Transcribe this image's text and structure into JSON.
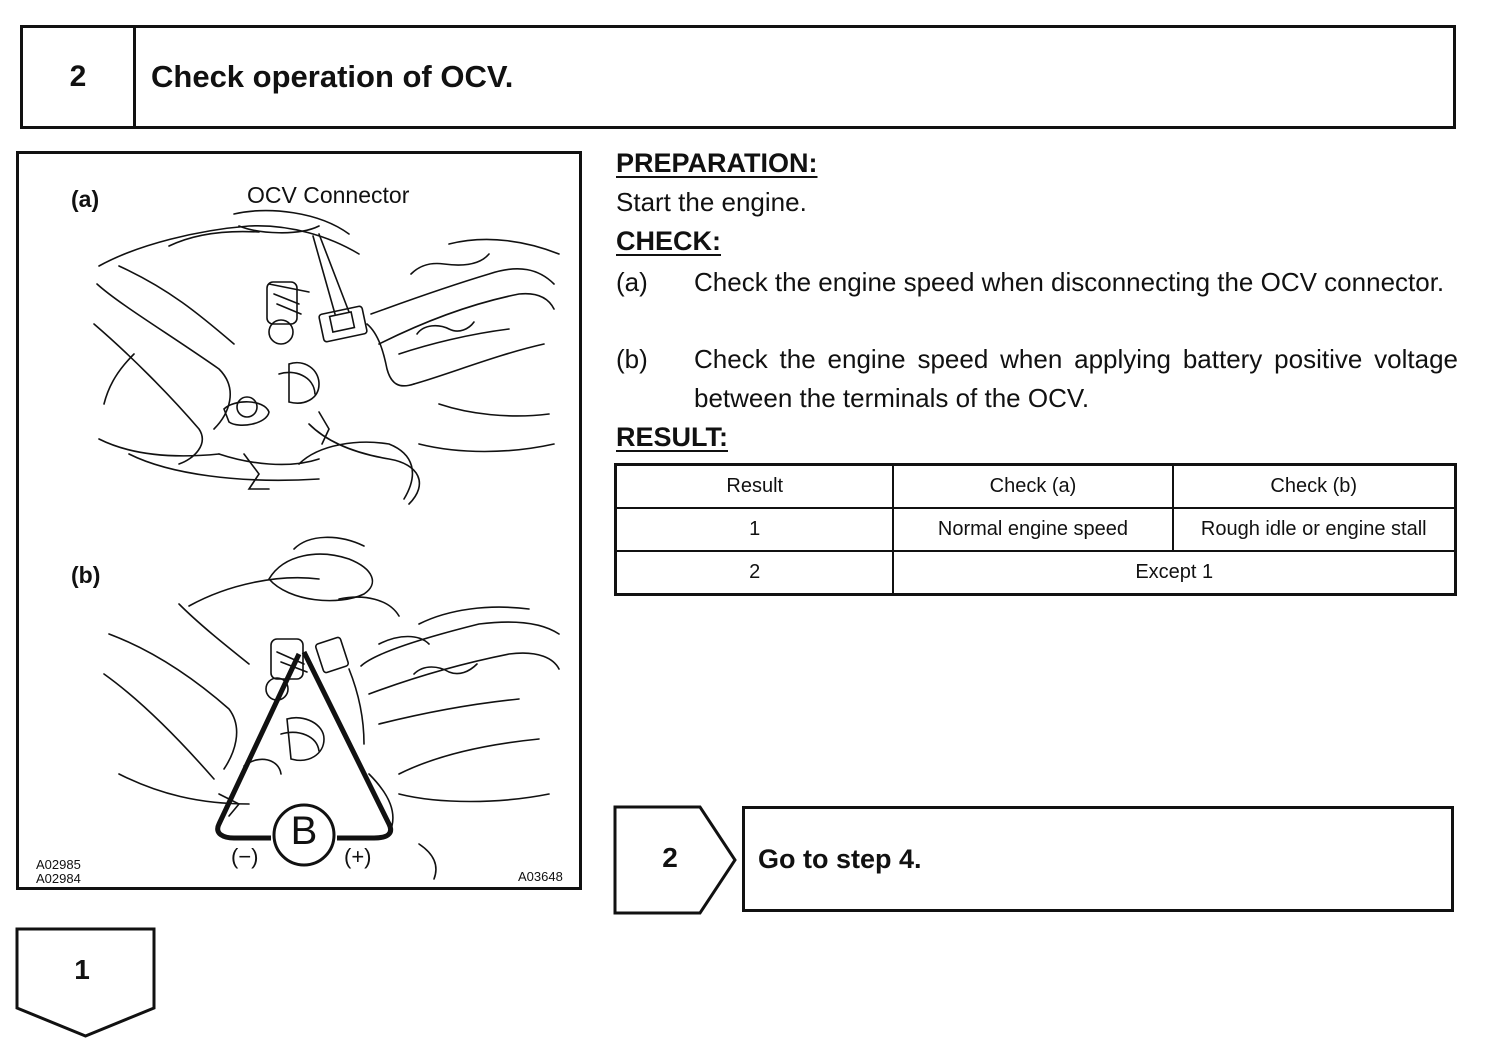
{
  "step": {
    "number": "2",
    "title": "Check operation of OCV."
  },
  "illustration": {
    "panel_a": {
      "label": "(a)",
      "callout": "OCV Connector"
    },
    "panel_b": {
      "label": "(b)",
      "callout": "B",
      "neg": "(−)",
      "pos": "(+)"
    },
    "codes": {
      "left": [
        "A02985",
        "A02984"
      ],
      "right": "A03648"
    }
  },
  "preparation": {
    "heading": "PREPARATION:",
    "text": "Start the engine."
  },
  "check": {
    "heading": "CHECK:",
    "items": [
      {
        "key": "(a)",
        "text": "Check the engine speed when disconnecting the OCV connector."
      },
      {
        "key": "(b)",
        "text": "Check the engine speed when applying battery positive voltage between the terminals of the OCV."
      }
    ]
  },
  "result": {
    "heading": "RESULT:",
    "columns": [
      "Result",
      "Check (a)",
      "Check (b)"
    ],
    "rows": [
      [
        "1",
        "Normal engine speed",
        "Rough idle or engine stall"
      ],
      [
        "2",
        "Except 1"
      ]
    ]
  },
  "outcome_2": {
    "result_number": "2",
    "action": "Go to step 4."
  },
  "outcome_1": {
    "result_number": "1"
  }
}
